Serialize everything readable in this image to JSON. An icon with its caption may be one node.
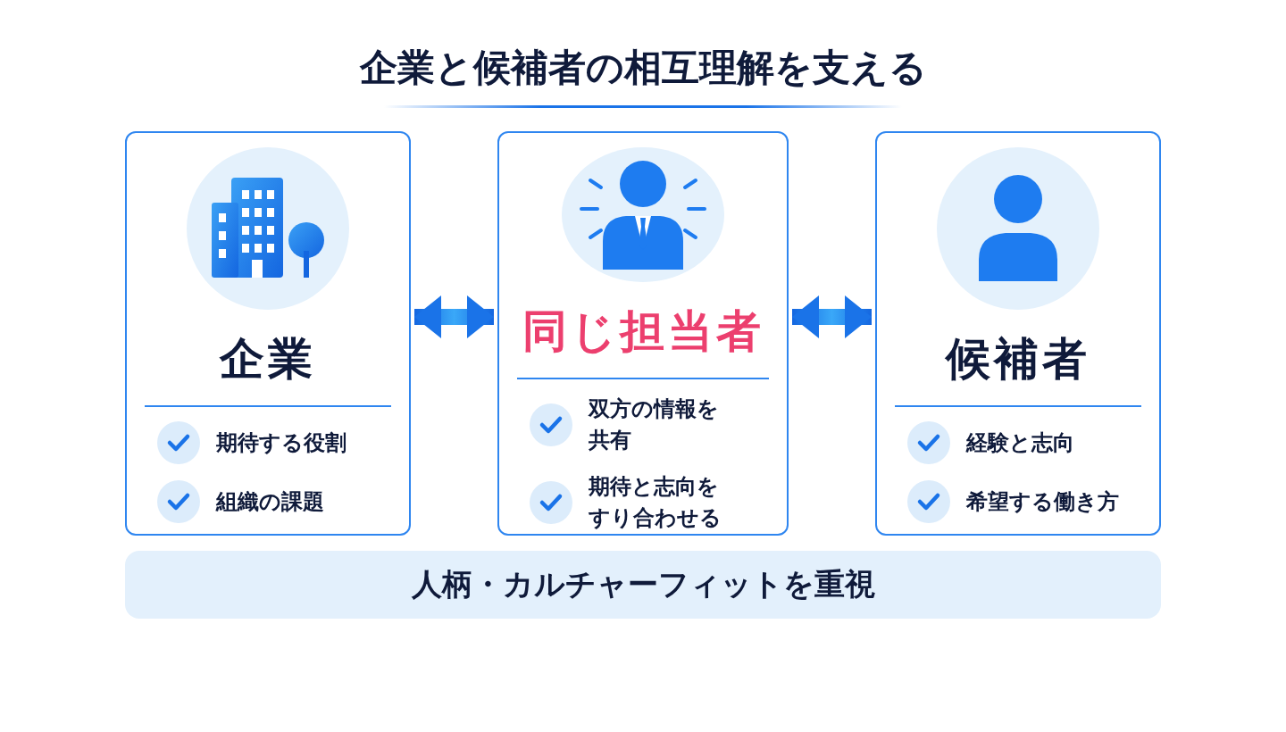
{
  "diagram": {
    "title": "企業と候補者の相互理解を支える",
    "nodes": [
      {
        "text": [
          "企業",
          "期待する役割",
          "組織の課題"
        ]
      },
      {
        "text": [
          "同じ担当者",
          "双方の情報を共有",
          "期待と志向をすり合わせる"
        ]
      },
      {
        "text": [
          "候補者",
          "経験と志向",
          "希望する働き方"
        ]
      },
      {
        "text": [
          "人柄・カルチャーフィットを重視"
        ]
      }
    ],
    "edges": [
      {
        "from": 0,
        "to": 1,
        "arrow": "both"
      },
      {
        "from": 1,
        "to": 2,
        "arrow": "both"
      }
    ]
  }
}
